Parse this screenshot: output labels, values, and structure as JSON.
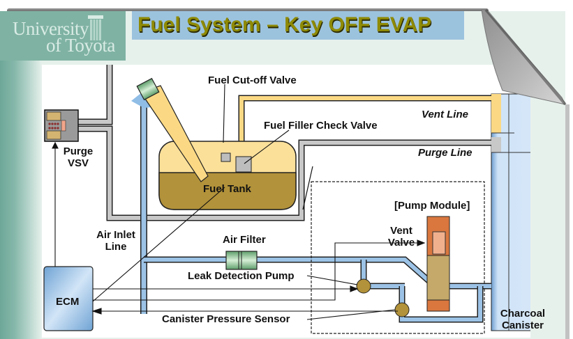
{
  "slide": {
    "title": "Fuel System – Key OFF EVAP",
    "logo": {
      "line1": "University",
      "line2": "of Toyota",
      "icon": "column-pillar-icon"
    }
  },
  "colors": {
    "title_text": "#8e8a06",
    "title_bg": "#9cc3de",
    "logo_bg": "#7fb2a3",
    "fuel_liquid": "#b2923a",
    "fuel_vapor": "#fbe09a",
    "vent_line": "#fbd984",
    "purge_line": "#c8c8c8",
    "air_line": "#9cc3e6",
    "canister": "#cfe3f7",
    "ecm": "#a9cbeb",
    "pump_module": "#d9773f"
  },
  "diagram": {
    "labels": {
      "fuel_cutoff_valve": "Fuel Cut-off Valve",
      "fuel_filler_check_valve": "Fuel Filler Check Valve",
      "vent_line": "Vent Line",
      "purge_line": "Purge Line",
      "purge_vsv_1": "Purge",
      "purge_vsv_2": "VSV",
      "fuel_tank": "Fuel Tank",
      "pump_module": "[Pump Module]",
      "vent_valve_1": "Vent",
      "vent_valve_2": "Valve",
      "air_inlet_line_1": "Air Inlet",
      "air_inlet_line_2": "Line",
      "air_filter": "Air Filter",
      "leak_detection_pump": "Leak Detection Pump",
      "ecm": "ECM",
      "canister_pressure_sensor": "Canister Pressure Sensor",
      "charcoal_canister_1": "Charcoal",
      "charcoal_canister_2": "Canister"
    }
  }
}
